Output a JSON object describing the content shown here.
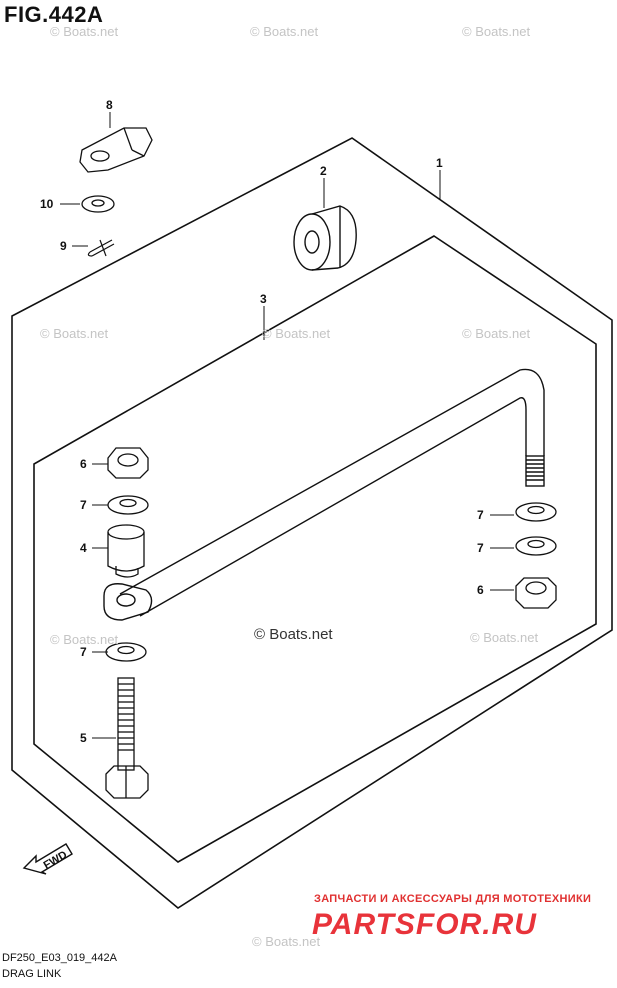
{
  "figure": {
    "title": "FIG.442A",
    "code": "DF250_E03_019_442A",
    "name": "DRAG LINK"
  },
  "callouts": {
    "c1": "1",
    "c2": "2",
    "c3": "3",
    "c4": "4",
    "c5": "5",
    "c6a": "6",
    "c6b": "6",
    "c7a": "7",
    "c7b": "7",
    "c7c": "7",
    "c7d": "7",
    "c8": "8",
    "c9": "9",
    "c10": "10"
  },
  "watermark": {
    "text": "© Boats.net",
    "center": "© Boats.net"
  },
  "arrow": {
    "label": "FWD"
  },
  "brand": {
    "subtitle": "ЗАПЧАСТИ И АКСЕССУАРЫ ДЛЯ МОТОТЕХНИКИ",
    "name": "PARTSFOR.RU"
  },
  "colors": {
    "line": "#111111",
    "watermark": "#c4c4c4",
    "brand": "#e8333a"
  }
}
